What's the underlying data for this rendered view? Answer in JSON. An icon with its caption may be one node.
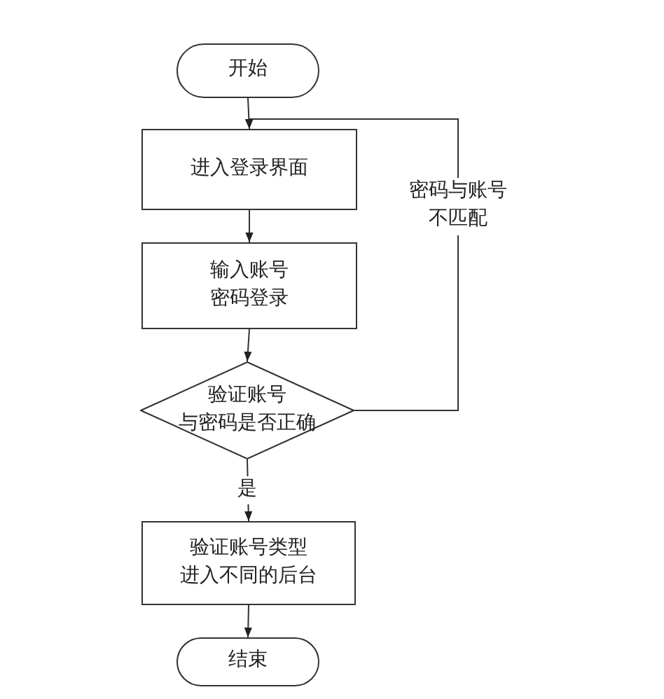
{
  "diagram": {
    "nodes": [
      {
        "text": [
          "开始"
        ]
      },
      {
        "text": [
          "进入登录界面"
        ]
      },
      {
        "text": [
          "输入账号密码登录"
        ]
      },
      {
        "text": [
          "验证账号与密码是否正确"
        ]
      },
      {
        "text": [
          "验证账号类型进入不同的后台"
        ]
      },
      {
        "text": [
          "结束"
        ]
      }
    ],
    "edges": [
      {
        "from": 0,
        "to": 1,
        "arrow": "to"
      },
      {
        "from": 1,
        "to": 2,
        "arrow": "to"
      },
      {
        "from": 2,
        "to": 3,
        "arrow": "to"
      },
      {
        "from": 3,
        "to": 4,
        "arrow": "to",
        "label": "是"
      },
      {
        "from": 3,
        "to": 1,
        "arrow": "to",
        "label": "密码与账号不匹配"
      },
      {
        "from": 4,
        "to": 5,
        "arrow": "to"
      }
    ]
  }
}
